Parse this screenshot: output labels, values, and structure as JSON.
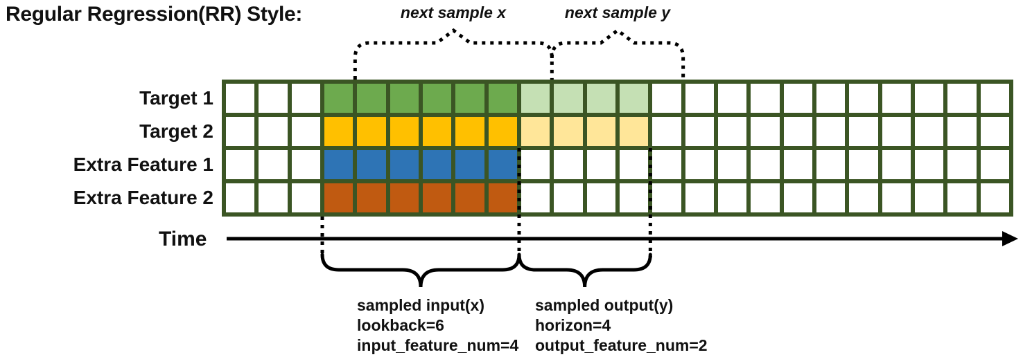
{
  "title": "Regular Regression(RR) Style:",
  "annotations": {
    "next_sample_x": "next sample x",
    "next_sample_y": "next sample y"
  },
  "time_axis_label": "Time",
  "rows": [
    {
      "label": "Target 1",
      "input_color": "#6daa4e",
      "output_color": "#c5e0b4"
    },
    {
      "label": "Target 2",
      "input_color": "#ffc000",
      "output_color": "#ffe699"
    },
    {
      "label": "Extra Feature 1",
      "input_color": "#2e74b5",
      "output_color": null
    },
    {
      "label": "Extra Feature 2",
      "input_color": "#c05a11",
      "output_color": null
    }
  ],
  "grid": {
    "total_columns": 24,
    "leading_empty_columns": 3,
    "lookback": 6,
    "horizon": 4,
    "border_color": "#3b5524",
    "empty_cell_color": "#ffffff"
  },
  "sampled_input": {
    "lines": [
      "sampled input(x)",
      "lookback=6",
      "input_feature_num=4"
    ]
  },
  "sampled_output": {
    "lines": [
      "sampled output(y)",
      "horizon=4",
      "output_feature_num=2"
    ]
  },
  "colors": {
    "annotation_stroke": "#000000",
    "text": "#111111"
  }
}
